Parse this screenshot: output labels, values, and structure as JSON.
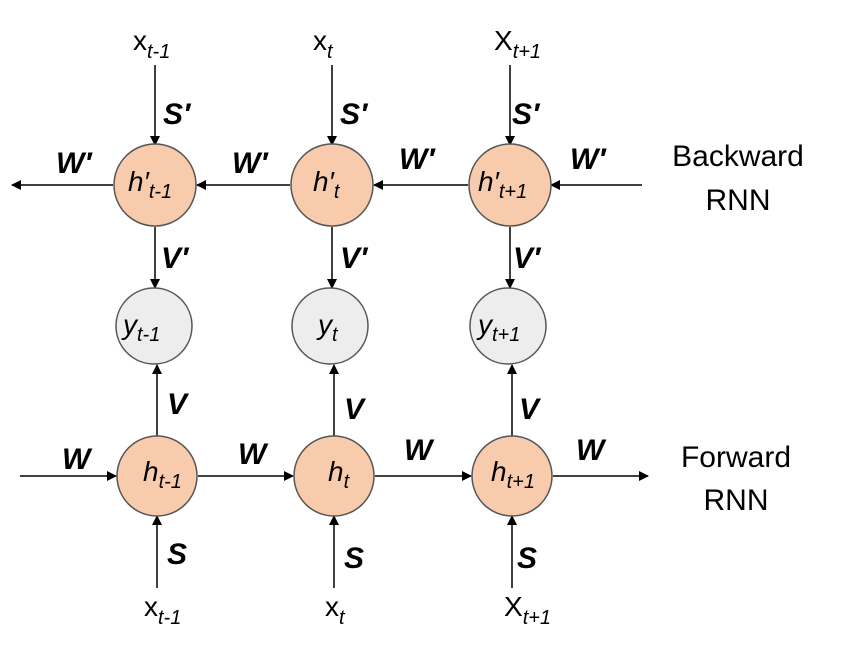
{
  "backward": {
    "label_line1": "Backward",
    "label_line2": "RNN",
    "node_fill": "#F8CBAD",
    "nodes": [
      {
        "main": "h′",
        "sub": "t-1"
      },
      {
        "main": "h′",
        "sub": "t"
      },
      {
        "main": "h′",
        "sub": "t+1"
      }
    ],
    "inputs": [
      {
        "main": "x",
        "sub": "t-1"
      },
      {
        "main": "x",
        "sub": "t"
      },
      {
        "main": "X",
        "sub": "t+1"
      }
    ],
    "input_weight": "S′",
    "recurrent_weight": "W′",
    "output_weight": "V′"
  },
  "outputs": {
    "node_fill": "#EDEDED",
    "nodes": [
      {
        "main": "y",
        "sub": "t-1"
      },
      {
        "main": "y",
        "sub": "t"
      },
      {
        "main": "y",
        "sub": "t+1"
      }
    ]
  },
  "forward": {
    "label_line1": "Forward",
    "label_line2": "RNN",
    "node_fill": "#F8CBAD",
    "nodes": [
      {
        "main": "h",
        "sub": "t-1"
      },
      {
        "main": "h",
        "sub": "t"
      },
      {
        "main": "h",
        "sub": "t+1"
      }
    ],
    "inputs": [
      {
        "main": "x",
        "sub": "t-1"
      },
      {
        "main": "x",
        "sub": "t"
      },
      {
        "main": "X",
        "sub": "t+1"
      }
    ],
    "input_weight": "S",
    "recurrent_weight": "W",
    "output_weight": "V"
  },
  "colors": {
    "stroke": "#000000",
    "node_border": "#555555"
  }
}
